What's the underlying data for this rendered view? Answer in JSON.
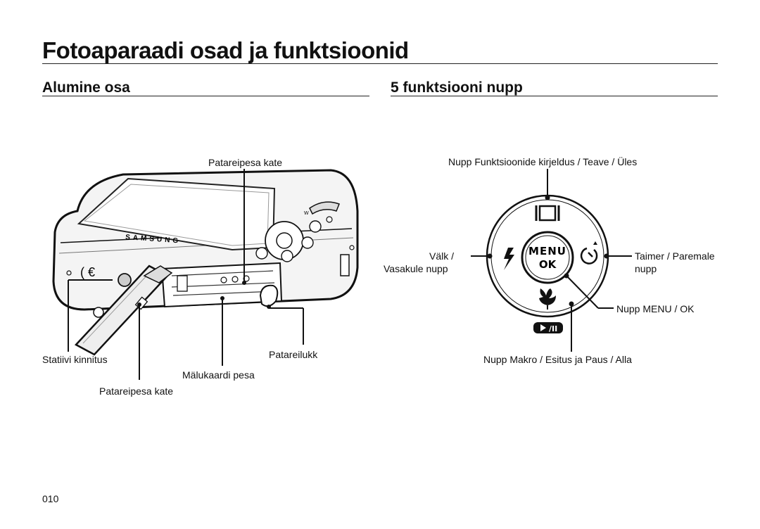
{
  "page": {
    "title": "Fotoaparaadi osad ja funktsioonid",
    "page_number": "010"
  },
  "left_section": {
    "title": "Alumine osa",
    "brand": "SAMSUNG",
    "labels": {
      "battery_cover_top": "Patareipesa kate",
      "tripod_mount": "Statiivi kinnitus",
      "battery_lock": "Patareilukk",
      "memory_card_slot": "Mälukaardi pesa",
      "battery_cover_bottom": "Patareipesa kate"
    }
  },
  "right_section": {
    "title": "5 funktsiooni nupp",
    "labels": {
      "up": "Nupp Funktsioonide kirjeldus / Teave / Üles",
      "left_line1": "Välk /",
      "left_line2": "Vasakule nupp",
      "right_line1": "Taimer / Paremale",
      "right_line2": "nupp",
      "menu_ok": "Nupp MENU / OK",
      "down": "Nupp Makro / Esitus ja Paus / Alla"
    },
    "button_text": {
      "menu": "MENU",
      "ok": "OK"
    }
  }
}
